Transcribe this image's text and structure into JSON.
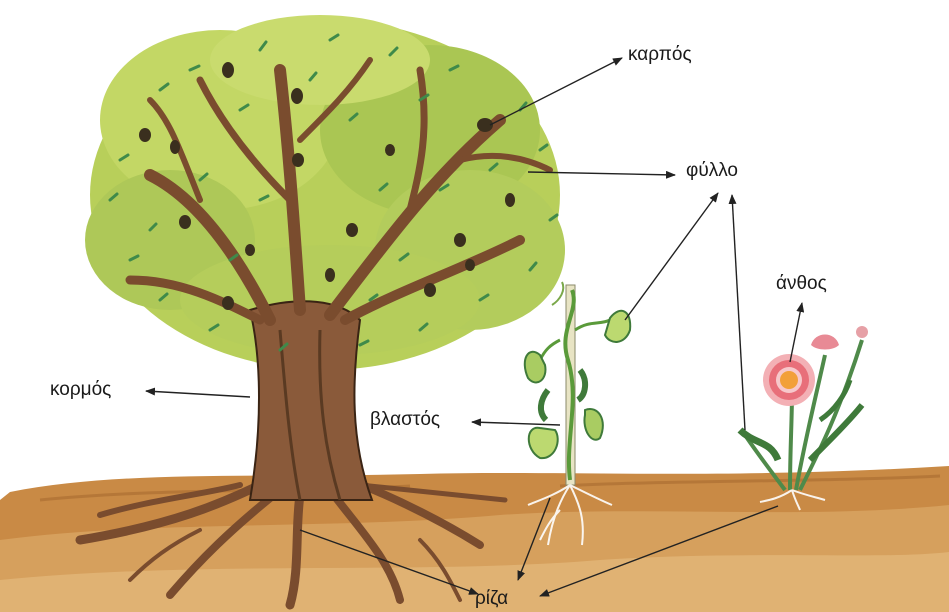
{
  "labels": {
    "fruit": "καρπός",
    "leaf": "φύλλο",
    "flower": "άνθος",
    "trunk": "κορμός",
    "stem": "βλαστός",
    "root": "ρίζα"
  },
  "colors": {
    "soil": "#c98a45",
    "soil_light": "#e2b779",
    "trunk": "#8a5a3a",
    "foliage": "#b8cf5a",
    "leaf_dark": "#3f8a4a",
    "olive": "#3a2f1e",
    "flower_petal": "#e86f7a",
    "flower_center": "#f2a03a",
    "arrow": "#222222"
  }
}
